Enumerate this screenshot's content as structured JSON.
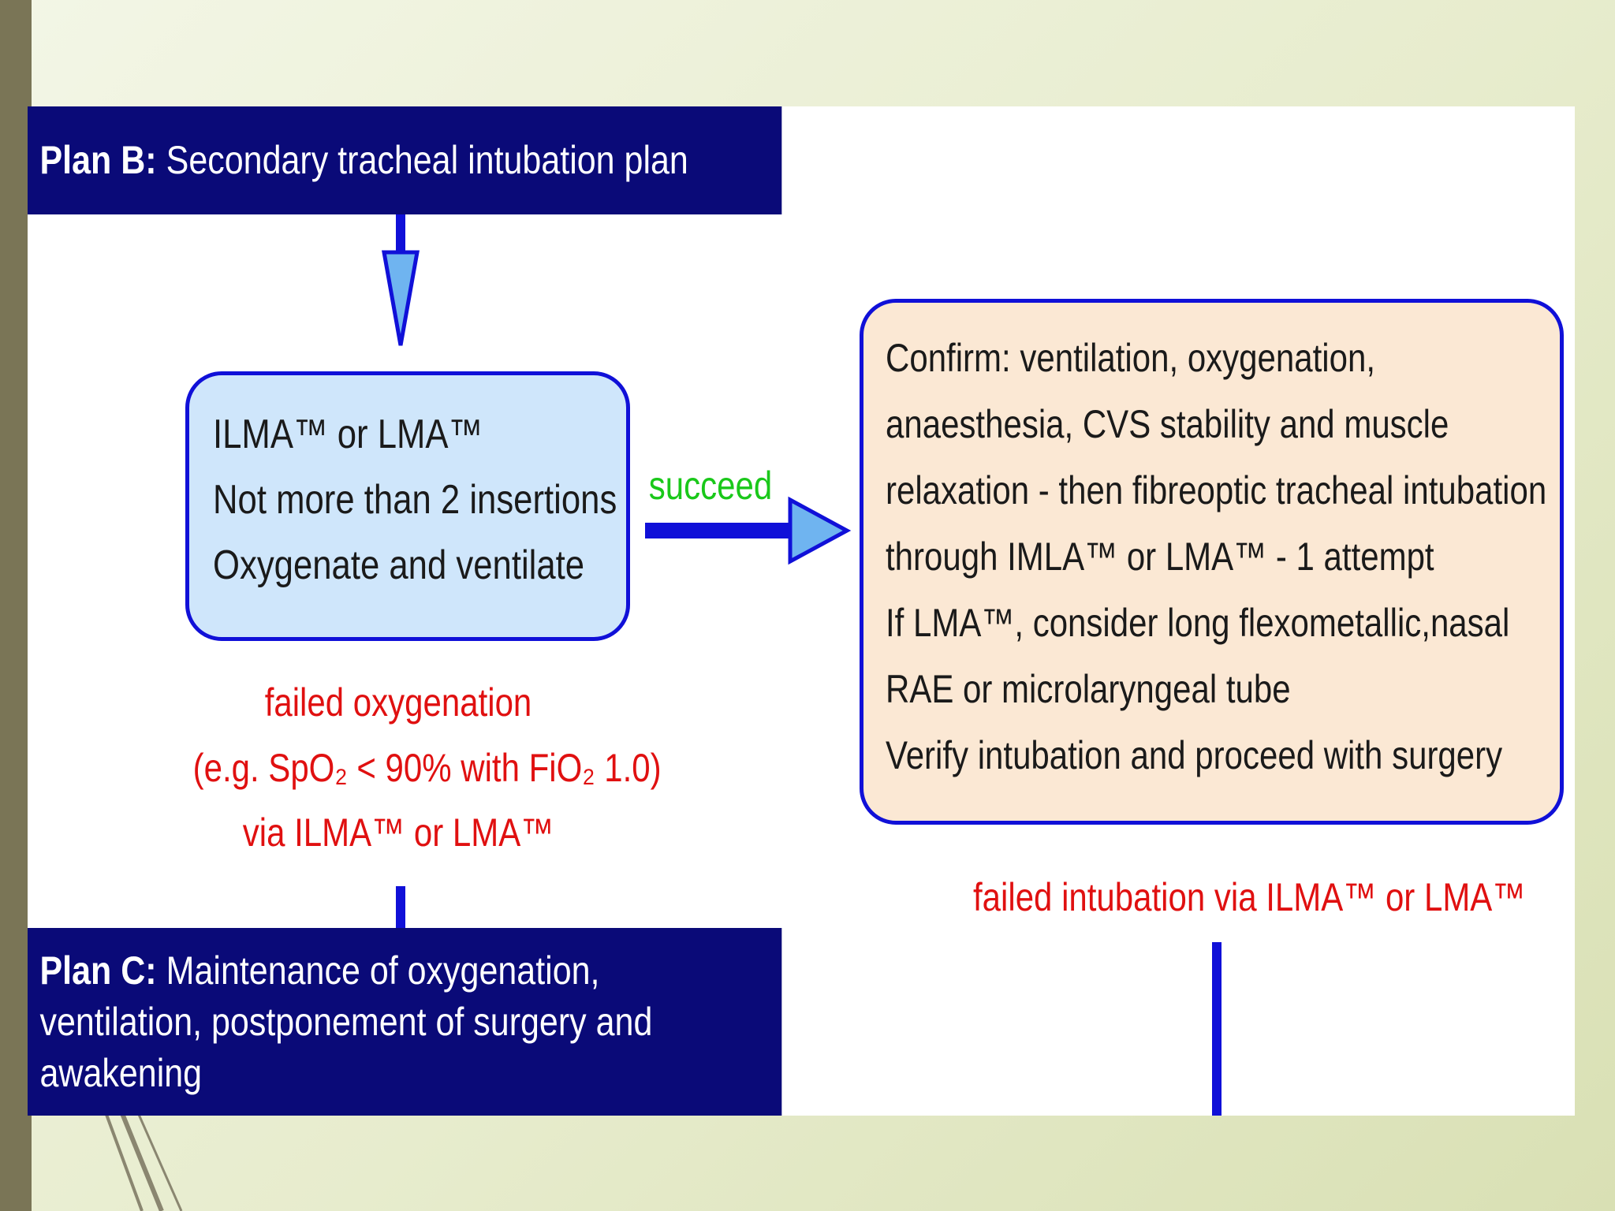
{
  "plan_b": {
    "tag": "Plan B:",
    "title": "Secondary tracheal intubation plan"
  },
  "ilma_box": {
    "lines": [
      "ILMA™ or LMA™",
      "Not more than 2 insertions",
      "Oxygenate and ventilate"
    ]
  },
  "succeed_label": "succeed",
  "confirm_box": {
    "lines": [
      "Confirm: ventilation, oxygenation,",
      "anaesthesia, CVS stability and muscle",
      "relaxation - then fibreoptic tracheal intubation",
      "through IMLA™ or LMA™ - 1 attempt",
      "If LMA™, consider long flexometallic,nasal",
      "RAE or microlaryngeal tube",
      "Verify intubation and proceed with surgery"
    ]
  },
  "failed_oxygenation": {
    "lines": [
      "failed oxygenation",
      "(e.g. SpO₂ < 90% with FiO₂ 1.0)",
      "via ILMA™ or LMA™"
    ]
  },
  "failed_intubation": "failed intubation via ILMA™ or LMA™",
  "plan_c": {
    "tag": "Plan C:",
    "title": "Maintenance of oxygenation, ventilation, postponement of surgery and awakening"
  },
  "colors": {
    "header_bg": "#0a0a78",
    "ilma_box_fill": "#cfe6fb",
    "confirm_box_fill": "#fbe8d4",
    "box_border": "#1010d8",
    "failure_text": "#e01010",
    "success_text": "#1ac81a",
    "arrow_fill": "#6fb4f0"
  }
}
